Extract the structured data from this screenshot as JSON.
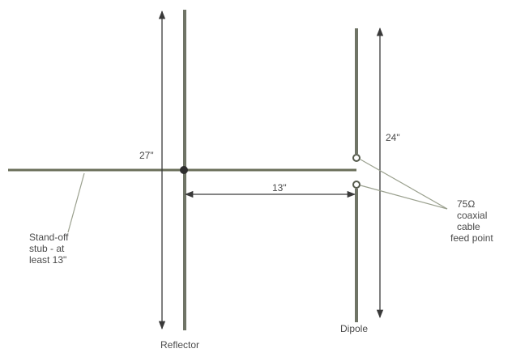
{
  "labels": {
    "reflector_height": "27\"",
    "dipole_height": "24\"",
    "spacing": "13\"",
    "reflector": "Reflector",
    "dipole": "Dipole",
    "standoff_lines": [
      "Stand-off",
      "stub - at",
      "least 13\""
    ],
    "feedpoint_lines": [
      "75Ω",
      "coaxial",
      "cable",
      "feed point"
    ]
  },
  "colors": {
    "element": "#6f7466",
    "boom": "#6a6f5a",
    "dimension": "#3a3a3a",
    "leader": "#9aa08e",
    "text": "#4a4a4a"
  }
}
